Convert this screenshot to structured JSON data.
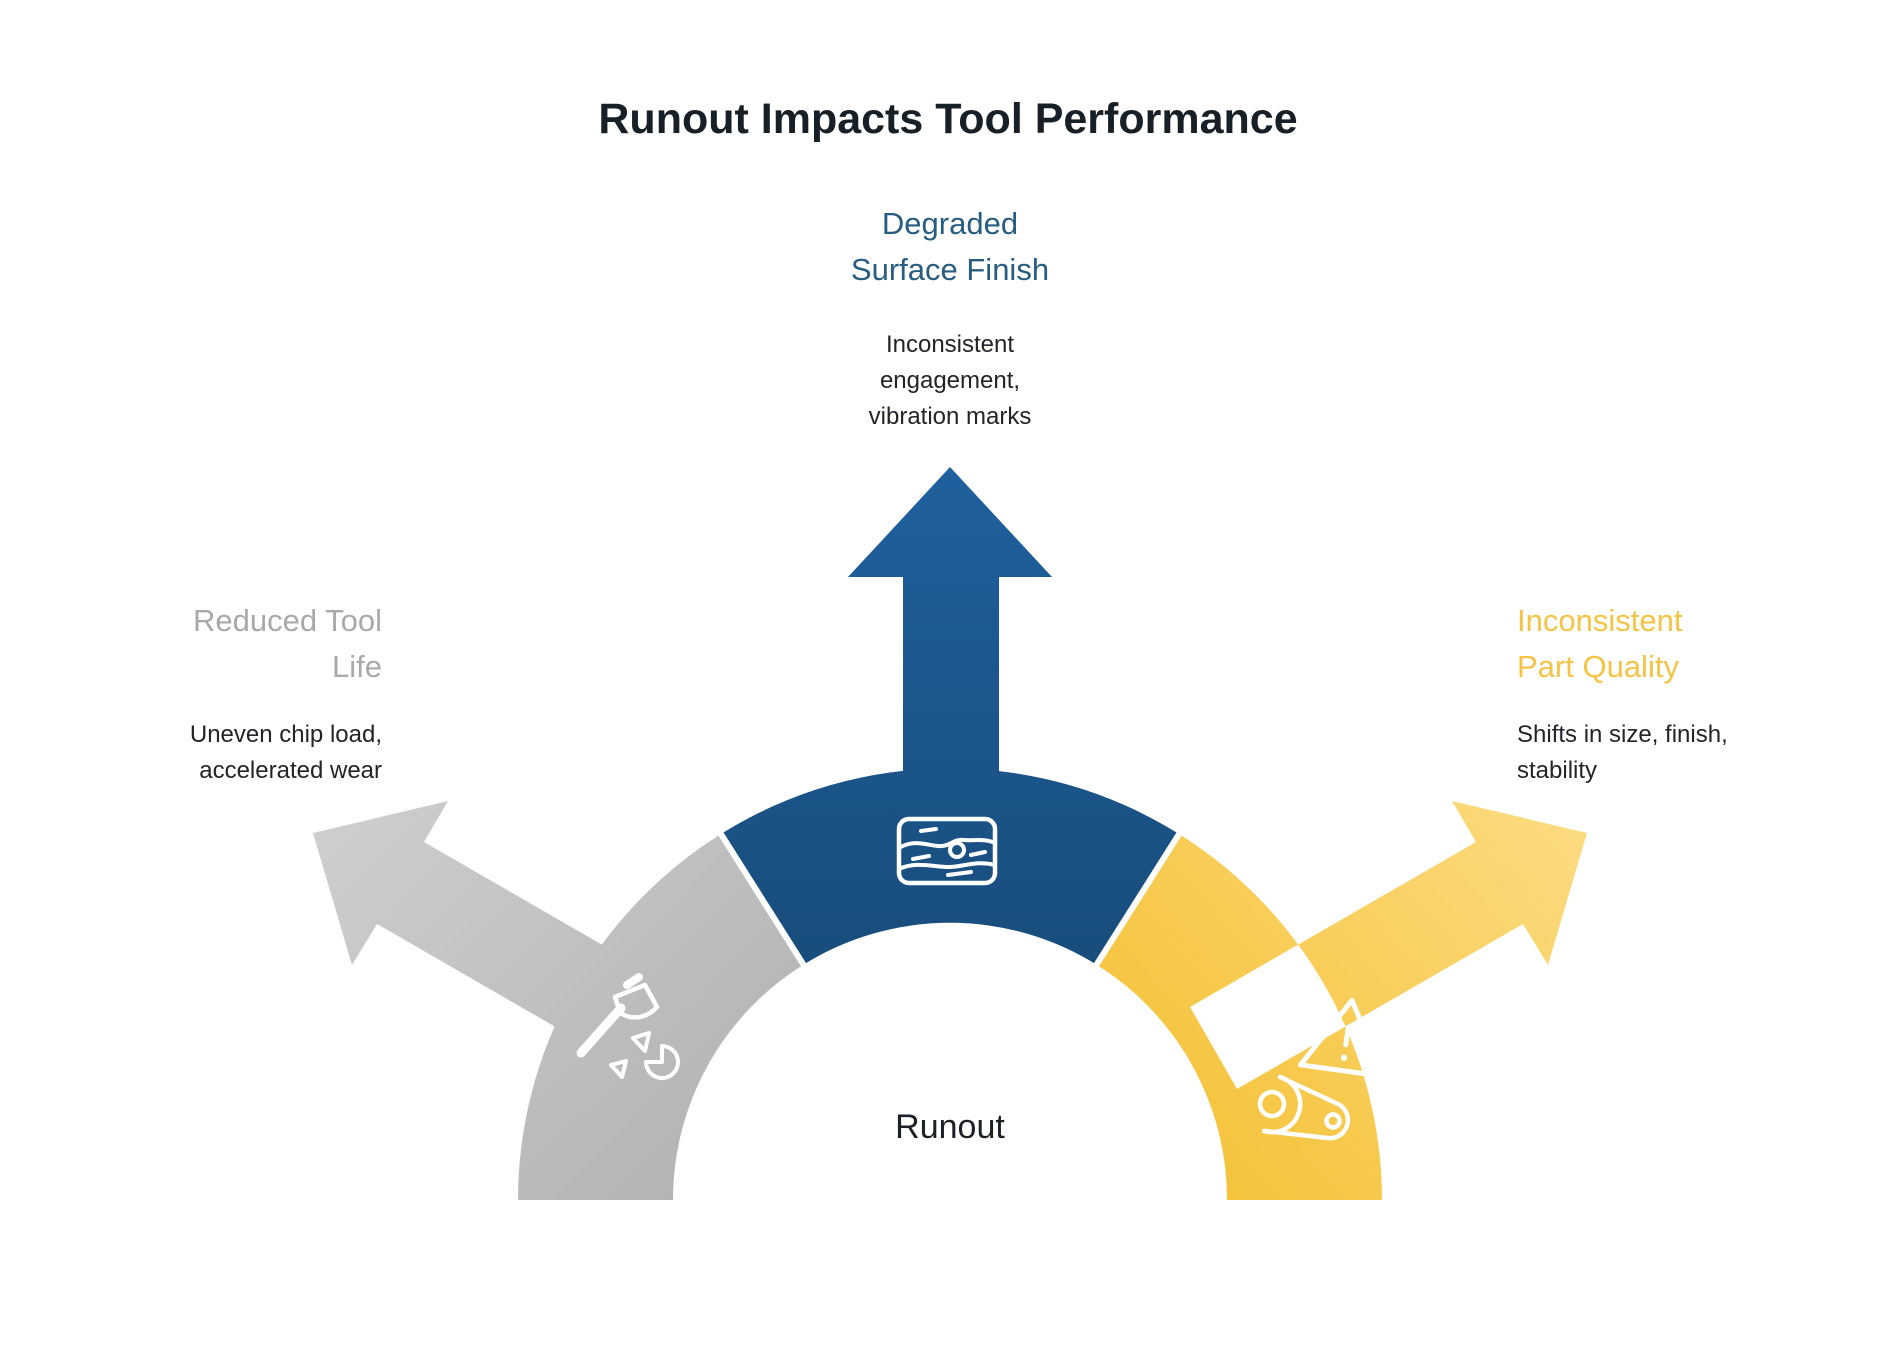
{
  "title": "Runout Impacts Tool Performance",
  "center_label": "Runout",
  "colors": {
    "blue_light": "#1f61a0",
    "blue_dark": "#15436a",
    "gray_light": "#cdcfd1",
    "gray_dark": "#b1b3b5",
    "yellow_light": "#fcdc82",
    "yellow_dark": "#f4c033",
    "heading_blue": "#275d80",
    "heading_gray": "#a7a9ac",
    "heading_yellow": "#f6c445",
    "body_text": "#212529",
    "title_text": "#172026",
    "icon_stroke": "#ffffff",
    "background": "#ffffff",
    "separator": "#ffffff"
  },
  "branches": [
    {
      "id": "reduced-tool-life",
      "direction": "left",
      "heading": "Reduced Tool\nLife",
      "description": "Uneven chip load,\naccelerated wear",
      "icon": "axe-chips-icon"
    },
    {
      "id": "degraded-surface-finish",
      "direction": "up",
      "heading": "Degraded\nSurface Finish",
      "description": "Inconsistent\nengagement,\nvibration marks",
      "icon": "surface-texture-icon"
    },
    {
      "id": "inconsistent-part-quality",
      "direction": "right",
      "heading": "Inconsistent\nPart Quality",
      "description": "Shifts in size, finish,\nstability",
      "icon": "warning-cam-icon"
    }
  ]
}
